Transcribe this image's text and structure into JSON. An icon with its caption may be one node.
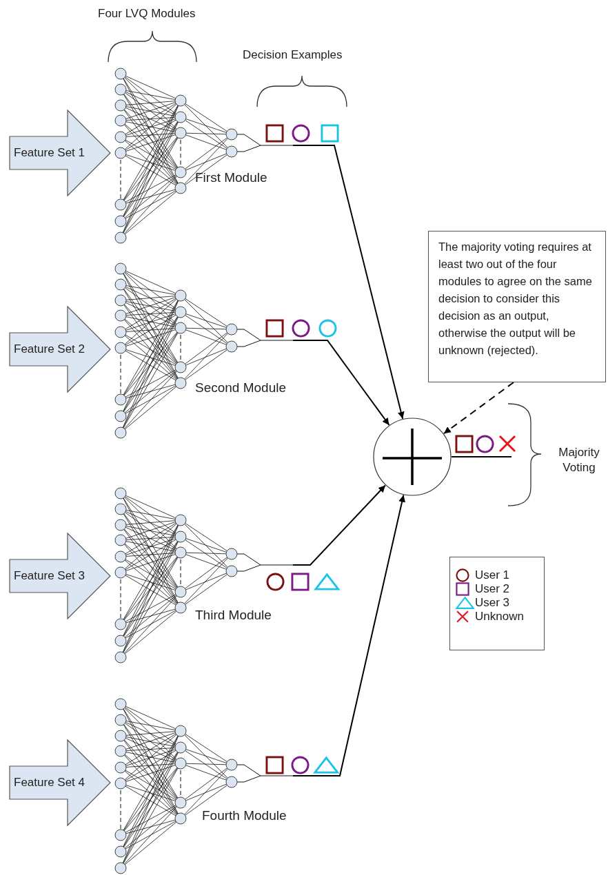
{
  "diagram": {
    "nodes": [
      {
        "text": [
          "Feature Set 1"
        ]
      },
      {
        "text": [
          "Feature Set 2"
        ]
      },
      {
        "text": [
          "Feature Set 3"
        ]
      },
      {
        "text": [
          "Feature Set 4"
        ]
      },
      {
        "text": [
          "First Module"
        ]
      },
      {
        "text": [
          "Second Module"
        ]
      },
      {
        "text": [
          "Third Module"
        ]
      },
      {
        "text": [
          "Fourth Module"
        ]
      },
      {
        "text": [],
        "shape": "circle"
      },
      {
        "text": [
          "The majority voting requires at least two out of the four modules to agree on the same decision to consider this decision as an output, otherwise the output will be unknown (rejected)."
        ]
      }
    ],
    "edges": [
      {
        "from": 4,
        "to": 8,
        "arrow": "to"
      },
      {
        "from": 5,
        "to": 8,
        "arrow": "to"
      },
      {
        "from": 6,
        "to": 8,
        "arrow": "to"
      },
      {
        "from": 7,
        "to": 8,
        "arrow": "to"
      },
      {
        "from": 9,
        "to": 8,
        "arrow": "to",
        "style": "dashed"
      },
      {
        "from": 8,
        "to": null,
        "arrow": "none"
      }
    ],
    "labels": [
      "Four LVQ Modules",
      "Decision Examples",
      "Majority Voting"
    ],
    "legend": [
      {
        "text": "User 1"
      },
      {
        "text": "User 2"
      },
      {
        "text": "User 3"
      },
      {
        "text": "Unknown"
      }
    ]
  }
}
